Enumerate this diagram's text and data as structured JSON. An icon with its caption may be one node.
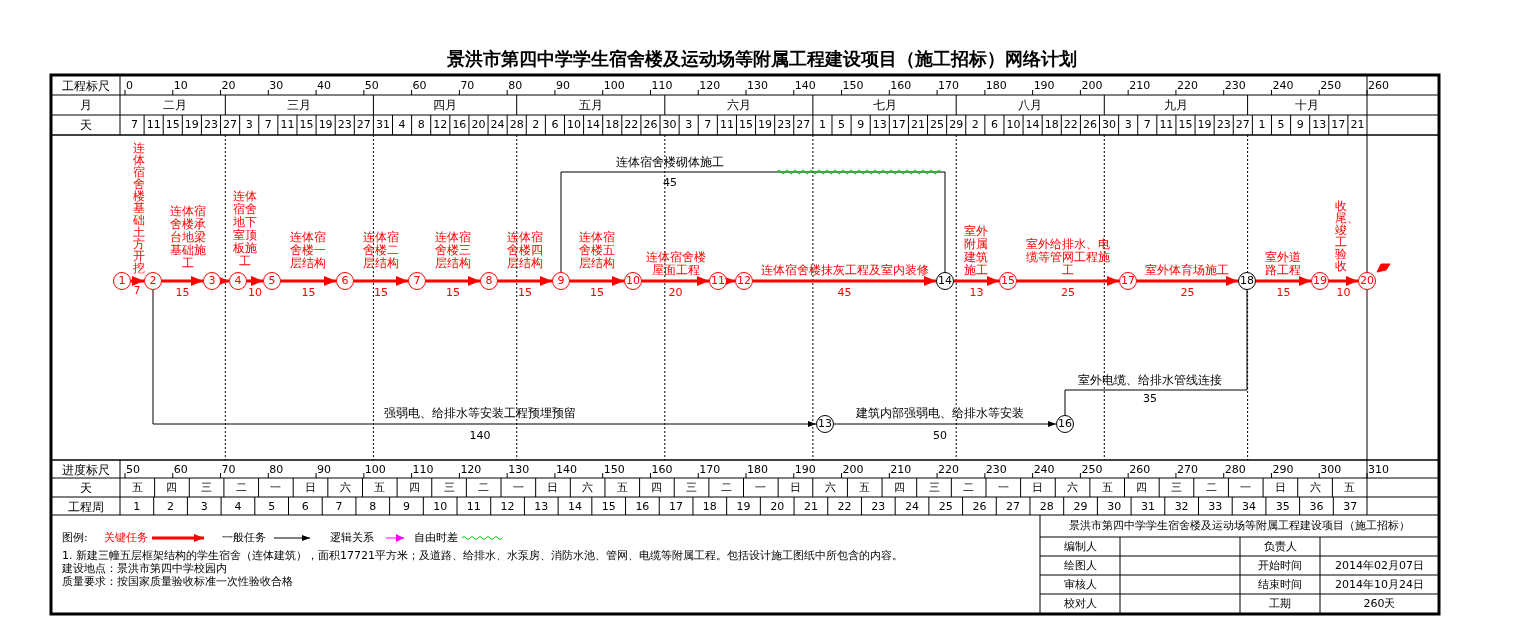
{
  "diagram": {
    "title": "景洪市第四中学学生宿舍楼及运动场等附属工程建设项目（施工招标）网络计划",
    "nodes": [
      {
        "text": [
          "1"
        ]
      },
      {
        "text": [
          "2"
        ]
      },
      {
        "text": [
          "3"
        ]
      },
      {
        "text": [
          "4"
        ]
      },
      {
        "text": [
          "5"
        ]
      },
      {
        "text": [
          "6"
        ]
      },
      {
        "text": [
          "7"
        ]
      },
      {
        "text": [
          "8"
        ]
      },
      {
        "text": [
          "9"
        ]
      },
      {
        "text": [
          "10"
        ]
      },
      {
        "text": [
          "11"
        ]
      },
      {
        "text": [
          "12"
        ]
      },
      {
        "text": [
          "13"
        ]
      },
      {
        "text": [
          "14"
        ]
      },
      {
        "text": [
          "15"
        ]
      },
      {
        "text": [
          "16"
        ]
      },
      {
        "text": [
          "17"
        ]
      },
      {
        "text": [
          "18"
        ]
      },
      {
        "text": [
          "19"
        ]
      },
      {
        "text": [
          "20"
        ]
      }
    ],
    "edges": [
      {
        "from": 0,
        "to": 1,
        "arrow": "to",
        "label": "连体宿舍楼基础土方开挖"
      },
      {
        "from": 1,
        "to": 2,
        "arrow": "to",
        "label": "连体宿舍楼承台地梁基础施工"
      },
      {
        "from": 2,
        "to": 3,
        "arrow": "to"
      },
      {
        "from": 3,
        "to": 4,
        "arrow": "to",
        "label": "连体宿舍地下室顶板施工"
      },
      {
        "from": 4,
        "to": 5,
        "arrow": "to",
        "label": "连体宿舍楼一层结构"
      },
      {
        "from": 5,
        "to": 6,
        "arrow": "to",
        "label": "连体宿舍楼二层结构"
      },
      {
        "from": 6,
        "to": 7,
        "arrow": "to",
        "label": "连体宿舍楼三层结构"
      },
      {
        "from": 7,
        "to": 8,
        "arrow": "to",
        "label": "连体宿舍楼四层结构"
      },
      {
        "from": 8,
        "to": 9,
        "arrow": "to",
        "label": "连体宿舍楼五层结构"
      },
      {
        "from": 9,
        "to": 10,
        "arrow": "to",
        "label": "连体宿舍楼屋面工程"
      },
      {
        "from": 10,
        "to": 11,
        "arrow": "to"
      },
      {
        "from": 11,
        "to": 13,
        "arrow": "to",
        "label": "连体宿舍楼抹灰工程及室内装修"
      },
      {
        "from": 13,
        "to": 14,
        "arrow": "to",
        "label": "室外附属建筑施工"
      },
      {
        "from": 14,
        "to": 16,
        "arrow": "to",
        "label": "室外给排水、电缆等管网工程施工"
      },
      {
        "from": 16,
        "to": 17,
        "arrow": "to",
        "label": "室外体育场施工"
      },
      {
        "from": 17,
        "to": 18,
        "arrow": "to",
        "label": "室外道路工程"
      },
      {
        "from": 18,
        "to": 19,
        "arrow": "to",
        "label": "收尾、竣工验收"
      },
      {
        "from": 8,
        "to": 13,
        "arrow": "to",
        "label": "连体宿舍楼砌体施工",
        "color": "#000000"
      },
      {
        "from": 1,
        "to": 12,
        "arrow": "to",
        "label": "强弱电、给排水等安装工程预埋预留",
        "color": "#000000"
      },
      {
        "from": 12,
        "to": 15,
        "arrow": "to",
        "label": "建筑内部强弱电、给排水等安装",
        "color": "#000000"
      },
      {
        "from": 15,
        "to": 17,
        "arrow": "to",
        "label": "室外电缆、给排水管线连接",
        "color": "#000000"
      }
    ],
    "labels": [
      "工程标尺",
      "0",
      "10",
      "20",
      "30",
      "40",
      "50",
      "60",
      "70",
      "80",
      "90",
      "100",
      "110",
      "120",
      "130",
      "140",
      "150",
      "160",
      "170",
      "180",
      "190",
      "200",
      "210",
      "220",
      "230",
      "240",
      "250",
      "260",
      "月",
      "二月",
      "三月",
      "四月",
      "五月",
      "六月",
      "七月",
      "八月",
      "九月",
      "十月",
      "天",
      "7",
      "11",
      "15",
      "19",
      "23",
      "27",
      "3",
      "7",
      "11",
      "15",
      "19",
      "23",
      "27",
      "31",
      "4",
      "8",
      "12",
      "16",
      "20",
      "24",
      "28",
      "2",
      "6",
      "10",
      "14",
      "18",
      "22",
      "26",
      "30",
      "3",
      "7",
      "11",
      "15",
      "19",
      "23",
      "27",
      "1",
      "5",
      "9",
      "13",
      "17",
      "21",
      "25",
      "29",
      "2",
      "6",
      "10",
      "14",
      "18",
      "22",
      "26",
      "30",
      "3",
      "7",
      "11",
      "15",
      "19",
      "23",
      "27",
      "1",
      "5",
      "9",
      "13",
      "17",
      "21",
      "7",
      "15",
      "10",
      "15",
      "15",
      "15",
      "15",
      "15",
      "20",
      "45",
      "13",
      "25",
      "25",
      "15",
      "10",
      "45",
      "140",
      "50",
      "35",
      "进度标尺",
      "50",
      "60",
      "70",
      "80",
      "90",
      "100",
      "110",
      "120",
      "130",
      "140",
      "150",
      "160",
      "170",
      "180",
      "190",
      "200",
      "210",
      "220",
      "230",
      "240",
      "250",
      "260",
      "270",
      "280",
      "290",
      "300",
      "310",
      "天",
      "五",
      "四",
      "三",
      "二",
      "一",
      "日",
      "六",
      "五",
      "四",
      "三",
      "二",
      "一",
      "日",
      "六",
      "五",
      "四",
      "三",
      "二",
      "一",
      "日",
      "六",
      "五",
      "四",
      "三",
      "二",
      "一",
      "日",
      "六",
      "五",
      "四",
      "三",
      "二",
      "一",
      "日",
      "六",
      "五",
      "工程周",
      "1",
      "2",
      "3",
      "4",
      "5",
      "6",
      "7",
      "8",
      "9",
      "10",
      "11",
      "12",
      "13",
      "14",
      "15",
      "16",
      "17",
      "18",
      "19",
      "20",
      "21",
      "22",
      "23",
      "24",
      "25",
      "26",
      "27",
      "28",
      "29",
      "30",
      "31",
      "32",
      "33",
      "34",
      "35",
      "36",
      "37",
      "图例:",
      "1. 新建三幢五层框架结构的学生宿舍（连体建筑），面积17721平方米；及道路、给排水、水泵房、消防水池、管网、电缆等附属工程。包括设计施工图纸中所包含的内容。",
      "建设地点：景洪市第四中学校园内",
      "质量要求：按国家质量验收标准一次性验收合格",
      "景洪市第四中学学生宿舍楼及运动场等附属工程建设项目（施工招标）",
      "编制人",
      "负责人",
      "绘图人",
      "开始时间",
      "2014年02月07日",
      "审核人",
      "结束时间",
      "2014年10月24日",
      "校对人",
      "工期",
      "260天"
    ],
    "legend": [
      {
        "text": "关键任务"
      },
      {
        "text": "一般任务"
      },
      {
        "text": "逻辑关系"
      },
      {
        "text": "自由时差"
      }
    ]
  }
}
